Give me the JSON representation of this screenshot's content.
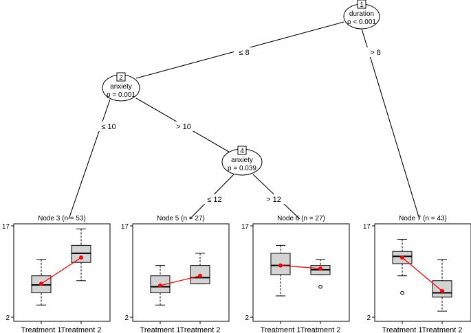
{
  "tree": {
    "inner_nodes": [
      {
        "id": "1",
        "variable": "duration",
        "pvalue": "p < 0.001"
      },
      {
        "id": "2",
        "variable": "anxiety",
        "pvalue": "p = 0.001"
      },
      {
        "id": "4",
        "variable": "anxiety",
        "pvalue": "p = 0.039"
      }
    ],
    "edges": [
      {
        "from": "1",
        "to": "2",
        "label": "≤ 8"
      },
      {
        "from": "1",
        "to": "7",
        "label": "> 8"
      },
      {
        "from": "2",
        "to": "3",
        "label": "≤ 10"
      },
      {
        "from": "2",
        "to": "4",
        "label": "> 10"
      },
      {
        "from": "4",
        "to": "5",
        "label": "≤ 12"
      },
      {
        "from": "4",
        "to": "6",
        "label": "> 12"
      }
    ]
  },
  "chart_data": {
    "type": "box",
    "ylim": [
      2,
      17
    ],
    "yticks": [
      2,
      17
    ],
    "categories": [
      "Treatment 1",
      "Treatment 2"
    ],
    "panels": [
      {
        "id": "3",
        "title": "Node 3 (n = 53)",
        "boxes": [
          {
            "whisker_low": 4.0,
            "q1": 6.0,
            "median": 7.3,
            "q3": 8.8,
            "whisker_high": 11.5,
            "mean": 7.5,
            "outliers": []
          },
          {
            "whisker_low": 8.0,
            "q1": 11.0,
            "median": 12.5,
            "q3": 13.8,
            "whisker_high": 16.5,
            "mean": 11.8,
            "outliers": []
          }
        ]
      },
      {
        "id": "5",
        "title": "Node 5 (n = 27)",
        "boxes": [
          {
            "whisker_low": 4.0,
            "q1": 6.0,
            "median": 7.0,
            "q3": 8.8,
            "whisker_high": 10.5,
            "mean": 7.2,
            "outliers": []
          },
          {
            "whisker_low": 7.5,
            "q1": 7.5,
            "median": 8.5,
            "q3": 10.5,
            "whisker_high": 12.5,
            "mean": 8.8,
            "outliers": []
          }
        ]
      },
      {
        "id": "6",
        "title": "Node 6 (n = 27)",
        "boxes": [
          {
            "whisker_low": 5.5,
            "q1": 9.0,
            "median": 10.5,
            "q3": 12.5,
            "whisker_high": 13.8,
            "mean": 10.5,
            "outliers": []
          },
          {
            "whisker_low": 9.0,
            "q1": 9.0,
            "median": 9.8,
            "q3": 10.5,
            "whisker_high": 11.5,
            "mean": 10.0,
            "outliers": [
              7.0
            ]
          }
        ]
      },
      {
        "id": "7",
        "title": "Node 7 (n = 43)",
        "boxes": [
          {
            "whisker_low": 8.8,
            "q1": 10.8,
            "median": 12.0,
            "q3": 12.8,
            "whisker_high": 14.8,
            "mean": 11.8,
            "outliers": [
              6.0
            ]
          },
          {
            "whisker_low": 3.0,
            "q1": 5.3,
            "median": 6.0,
            "q3": 8.0,
            "whisker_high": 11.5,
            "mean": 6.3,
            "outliers": []
          }
        ]
      }
    ]
  }
}
